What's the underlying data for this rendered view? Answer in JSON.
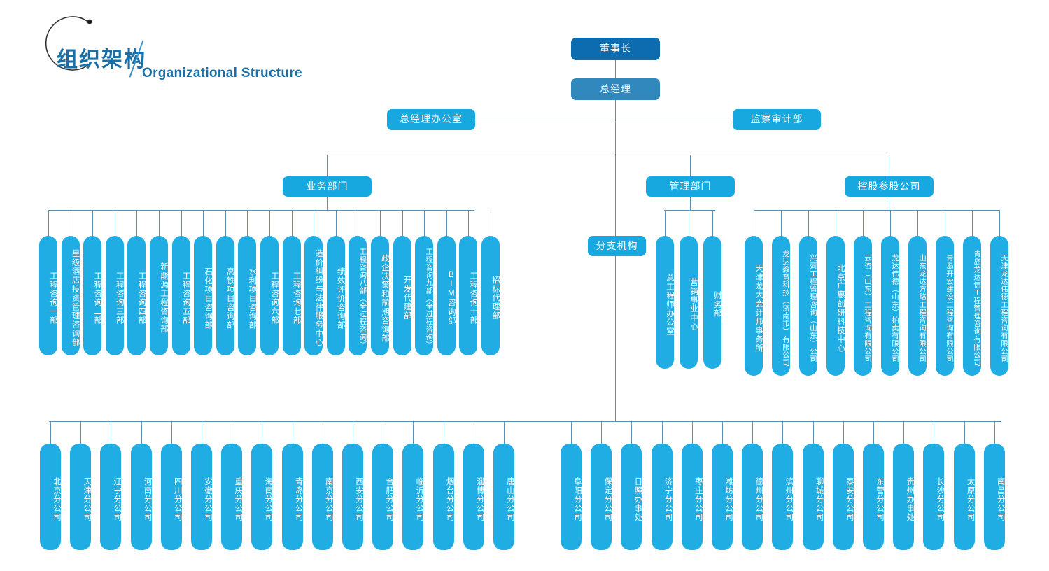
{
  "title": {
    "cn": "组织架构",
    "en": "Organizational Structure",
    "ring_icon": "circle-outline-icon",
    "accent_color": "#1a6fa8"
  },
  "colors": {
    "chairman": "#0d6cb0",
    "general_manager": "#3188bd",
    "category": "#18a8e0",
    "leaf": "#1fade3",
    "connector": "#5b8fb0"
  },
  "top": {
    "chairman": "董事长",
    "general_manager": "总经理",
    "gm_office": "总经理办公室",
    "audit": "监察审计部"
  },
  "categories": {
    "business": "业务部门",
    "management": "管理部门",
    "holding": "控股参股公司",
    "branches": "分支机构"
  },
  "business_units": [
    "工程咨询一部",
    "星级酒店投资管理咨询部",
    "工程咨询二部",
    "工程咨询三部",
    "工程咨询四部",
    "新能源工程咨询部",
    "工程咨询五部",
    "石化项目咨询部",
    "高铁项目咨询部",
    "水利项目咨询部",
    "工程咨询六部",
    "工程咨询七部",
    "造价纠纷与法律服务中心",
    "绩效评价咨询部",
    "工程咨询八部（全过程咨询）",
    "政企决策和前期咨询部",
    "开发代建部",
    "工程咨询九部（全过程咨询）",
    "BIM咨询部",
    "工程咨询十部",
    "招标代理部"
  ],
  "management_units": [
    "总工程师办公室",
    "营销事业中心",
    "财务部"
  ],
  "holding_units": [
    "天津龙大会计师事务所",
    "龙达教育科技（济南市）有限公司",
    "兴菏工程管理咨询（山东）公司",
    "北京广惠创研科技中心",
    "云咨（山东）工程咨询有限公司",
    "龙达伟德（山东）拍卖有限公司",
    "山东龙达方略工程咨询有限公司",
    "青岛开宏建设工程咨询有限公司",
    "青岛龙达信工程管理咨询有限公司",
    "天津龙达伟德工程咨询有限公司"
  ],
  "branch_units_left": [
    "北京分公司",
    "天津分公司",
    "辽宁分公司",
    "河南分公司",
    "四川分公司",
    "安徽分公司",
    "重庆分公司",
    "海南分公司",
    "青岛分公司",
    "南京分公司",
    "西安分公司",
    "合肥分公司",
    "临沂分公司",
    "烟台分公司",
    "淄博分公司",
    "唐山分公司"
  ],
  "branch_units_right": [
    "阜阳分公司",
    "保定分公司",
    "日照办事处",
    "济宁分公司",
    "枣庄分公司",
    "潍坊分公司",
    "德州分公司",
    "滨州分公司",
    "聊城分公司",
    "泰安分公司",
    "东营分公司",
    "贵州办事处",
    "长沙分公司",
    "太原分公司",
    "南昌分公司"
  ]
}
